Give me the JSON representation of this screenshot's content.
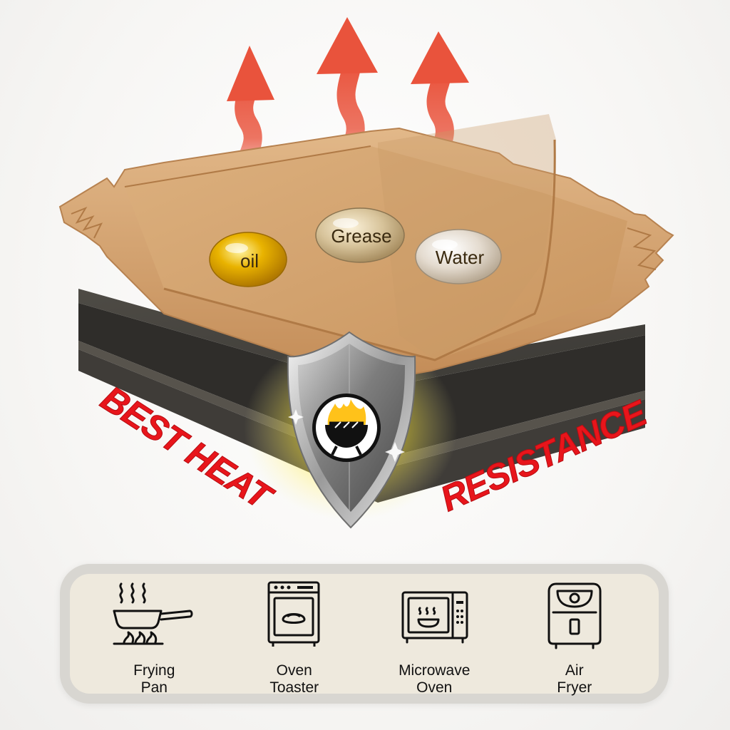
{
  "scene": {
    "drops": [
      {
        "label": "oil",
        "color": "#e0a800"
      },
      {
        "label": "Grease",
        "color": "#c9b58a"
      },
      {
        "label": "Water",
        "color": "#d9cfc2"
      }
    ],
    "banner_left": "BEST HEAT",
    "banner_right": "RESISTANCE",
    "arrow_color": "#e9533c",
    "banner_color": "#e8151b",
    "liner_color": "#d4a572",
    "shield_icon": "grill-flame-icon"
  },
  "uses": {
    "items": [
      {
        "icon": "frying-pan-icon",
        "line1": "Frying",
        "line2": "Pan"
      },
      {
        "icon": "oven-toaster-icon",
        "line1": "Oven",
        "line2": "Toaster"
      },
      {
        "icon": "microwave-oven-icon",
        "line1": "Microwave",
        "line2": "Oven"
      },
      {
        "icon": "air-fryer-icon",
        "line1": "Air",
        "line2": "Fryer"
      }
    ]
  }
}
